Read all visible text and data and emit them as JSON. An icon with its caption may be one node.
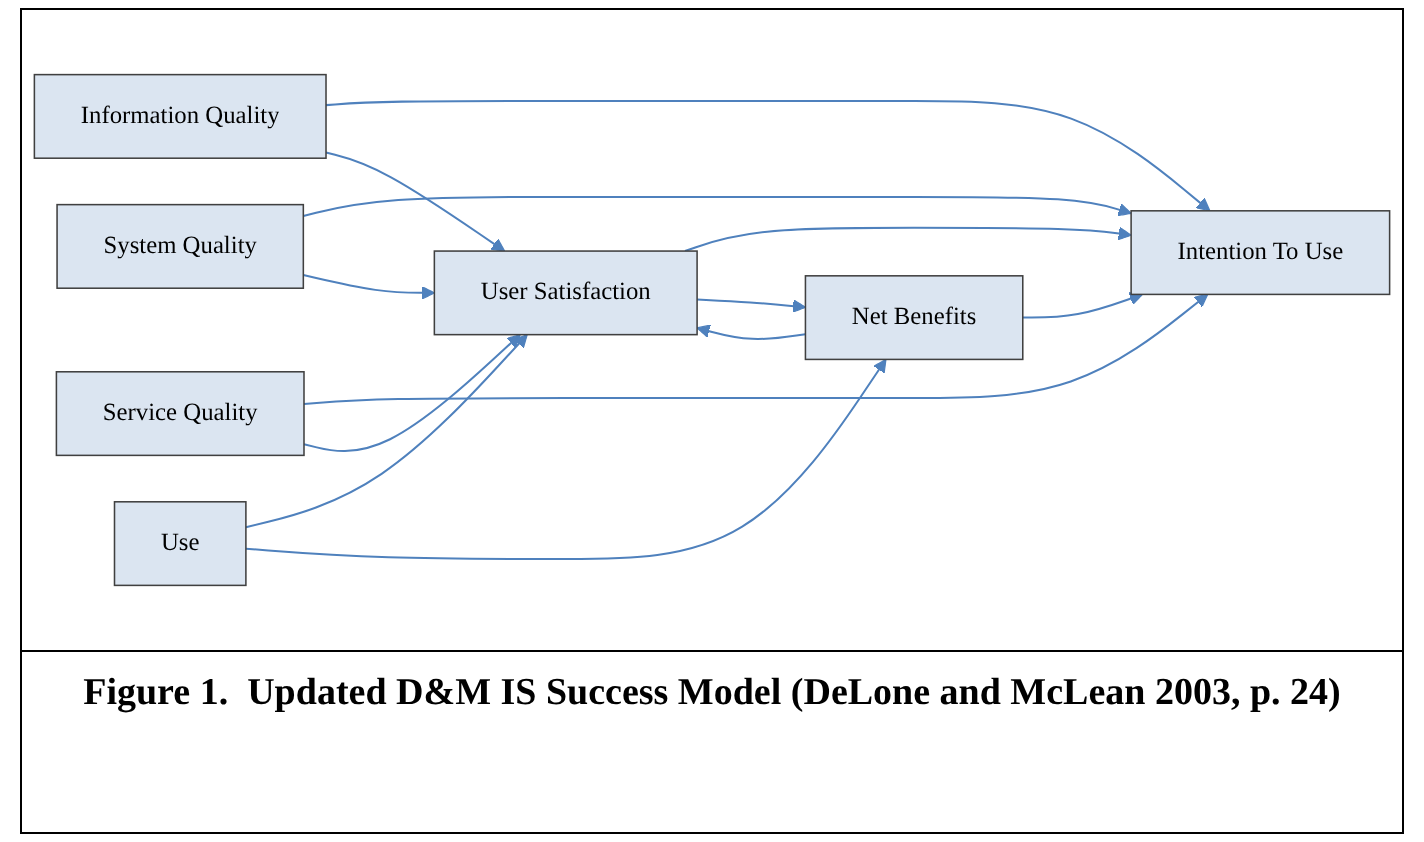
{
  "diagram": {
    "caption": "Figure 1.  Updated D&M IS Success Model (DeLone and McLean 2003, p. 24)",
    "nodes": [
      {
        "text": [
          "Information Quality"
        ]
      },
      {
        "text": [
          "System Quality"
        ]
      },
      {
        "text": [
          "Service Quality"
        ]
      },
      {
        "text": [
          "Intention To Use"
        ]
      },
      {
        "text": [
          "Use"
        ]
      },
      {
        "text": [
          "User Satisfaction"
        ]
      },
      {
        "text": [
          "Net Benefits"
        ]
      }
    ],
    "edges": [
      {
        "from": 0,
        "to": 3,
        "arrow": "to"
      },
      {
        "from": 0,
        "to": 5,
        "arrow": "to"
      },
      {
        "from": 1,
        "to": 3,
        "arrow": "to"
      },
      {
        "from": 1,
        "to": 5,
        "arrow": "to"
      },
      {
        "from": 2,
        "to": 3,
        "arrow": "to"
      },
      {
        "from": 2,
        "to": 5,
        "arrow": "to"
      },
      {
        "from": 5,
        "to": 3,
        "arrow": "to"
      },
      {
        "from": 4,
        "to": 5,
        "arrow": "to"
      },
      {
        "from": 4,
        "to": 6,
        "arrow": "to"
      },
      {
        "from": 5,
        "to": 6,
        "arrow": "to"
      },
      {
        "from": 6,
        "to": 3,
        "arrow": "to"
      },
      {
        "from": 6,
        "to": 5,
        "arrow": "to"
      }
    ]
  }
}
